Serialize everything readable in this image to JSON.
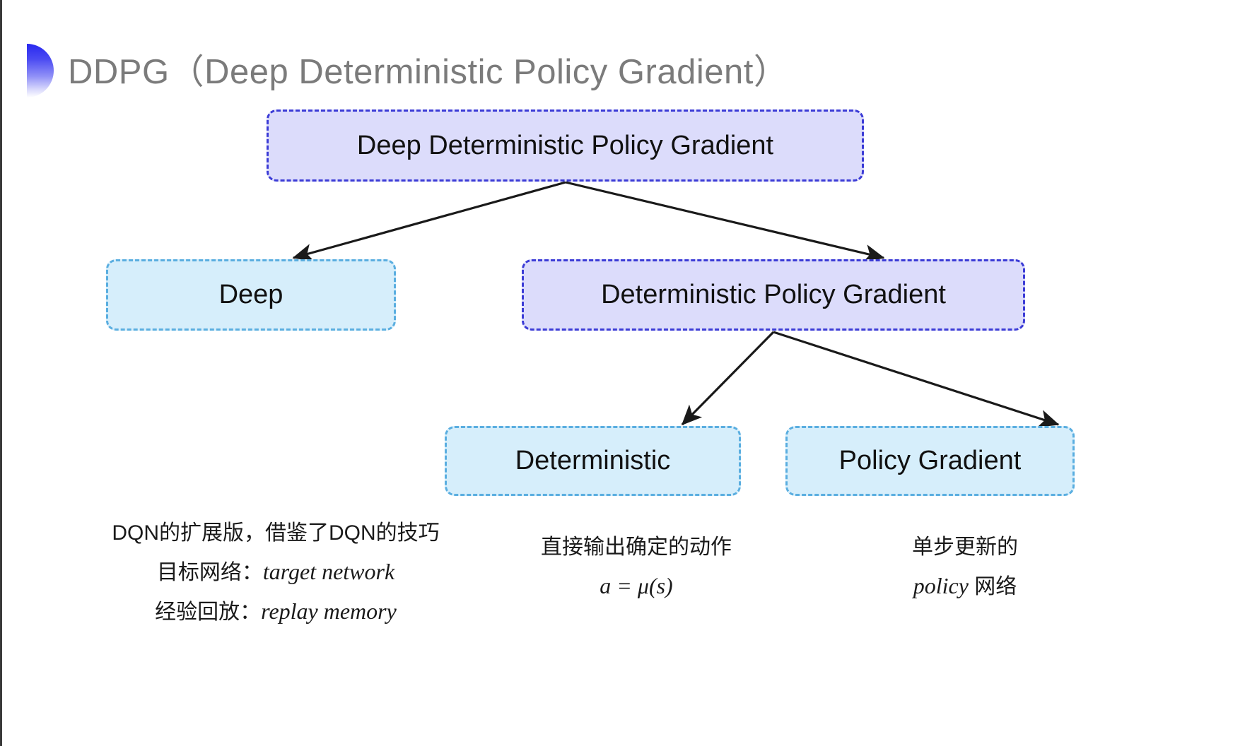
{
  "slide": {
    "title": "DDPG（Deep Deterministic Policy Gradient）",
    "background_color": "#ffffff",
    "accent_gradient_from": "#2828f0",
    "accent_gradient_to": "#ffffff",
    "title_color": "#7b7b7b"
  },
  "diagram": {
    "type": "tree",
    "colors": {
      "purple_fill": "#dcdcfb",
      "purple_border": "#3b3bd6",
      "blue_fill": "#d6eefb",
      "blue_border": "#5aaee0",
      "arrow": "#1a1a1a"
    },
    "nodes": [
      {
        "id": "root",
        "label": "Deep Deterministic Policy Gradient",
        "style": "purple"
      },
      {
        "id": "deep",
        "label": "Deep",
        "style": "blue"
      },
      {
        "id": "dpg",
        "label": "Deterministic Policy Gradient",
        "style": "purple"
      },
      {
        "id": "deterministic",
        "label": "Deterministic",
        "style": "blue"
      },
      {
        "id": "policy_gradient",
        "label": "Policy Gradient",
        "style": "blue"
      }
    ],
    "edges": [
      {
        "from": "root",
        "to": "deep"
      },
      {
        "from": "root",
        "to": "dpg"
      },
      {
        "from": "dpg",
        "to": "deterministic"
      },
      {
        "from": "dpg",
        "to": "policy_gradient"
      }
    ]
  },
  "captions": {
    "deep": {
      "line1": "DQN的扩展版，借鉴了DQN的技巧",
      "line2_label": "目标网络：",
      "line2_math": "target network",
      "line3_label": "经验回放：",
      "line3_math": "replay memory"
    },
    "deterministic": {
      "line1": "直接输出确定的动作",
      "line2_math": "a = μ(s)"
    },
    "policy_gradient": {
      "line1": "单步更新的",
      "line2_math": "policy",
      "line2_tail": " 网络"
    }
  }
}
